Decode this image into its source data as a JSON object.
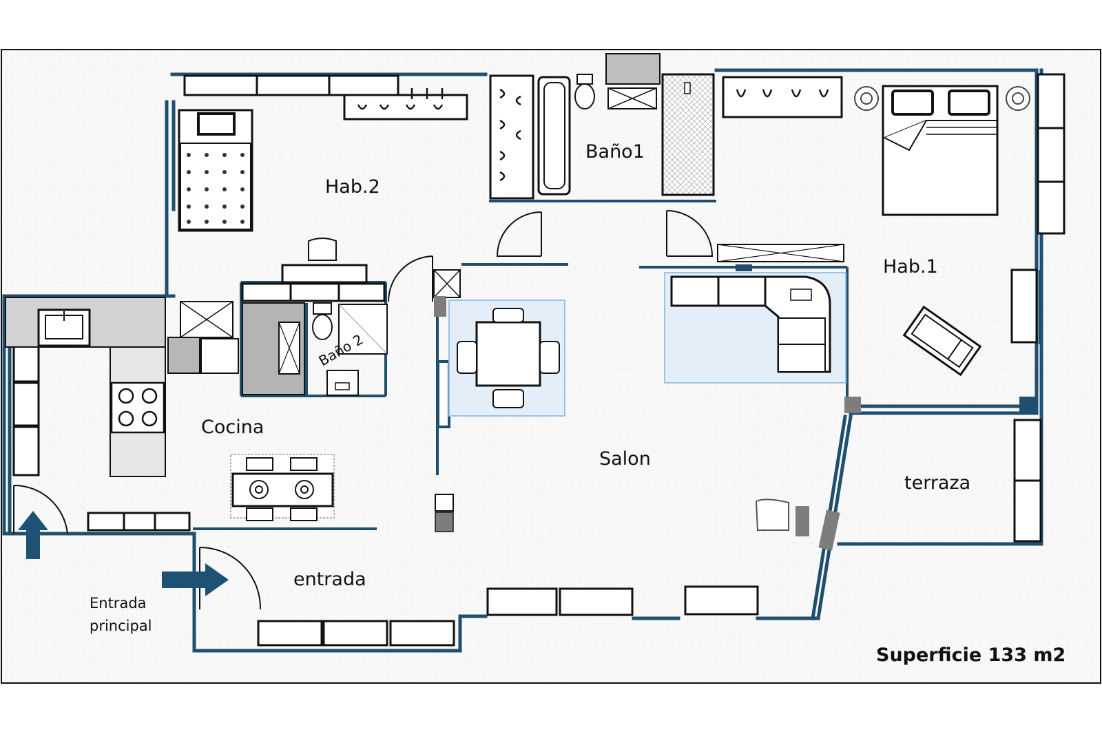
{
  "colors": {
    "wall": "#1f4f6e",
    "wall_dark": "#0f3e5c",
    "outline": "#111111",
    "arrow": "#1d5275",
    "rug": "#e3eef8",
    "rug_border": "#9cc3e4",
    "tile_gray": "#b4b4b4",
    "dark_gray": "#7d7d7d",
    "background": "#f7f7f7"
  },
  "rooms": {
    "hab2": "Hab.2",
    "bano1": "Baño1",
    "hab1": "Hab.1",
    "bano2": "Baño 2",
    "cocina": "Cocina",
    "salon": "Salon",
    "terraza": "terraza",
    "entrada": "entrada"
  },
  "main_entrance": {
    "line1": "Entrada",
    "line2": "principal"
  },
  "surface": "Superficie 133 m2",
  "icons": [
    "entrance-arrow-up-icon",
    "entrance-arrow-right-icon",
    "bed-icon",
    "toilet-icon",
    "sink-icon",
    "cooktop-icon",
    "sofa-icon",
    "dining-table-icon",
    "chair-icon",
    "wardrobe-icon",
    "plant-icon",
    "lounger-icon",
    "shower-icon",
    "door-swing-icon"
  ]
}
